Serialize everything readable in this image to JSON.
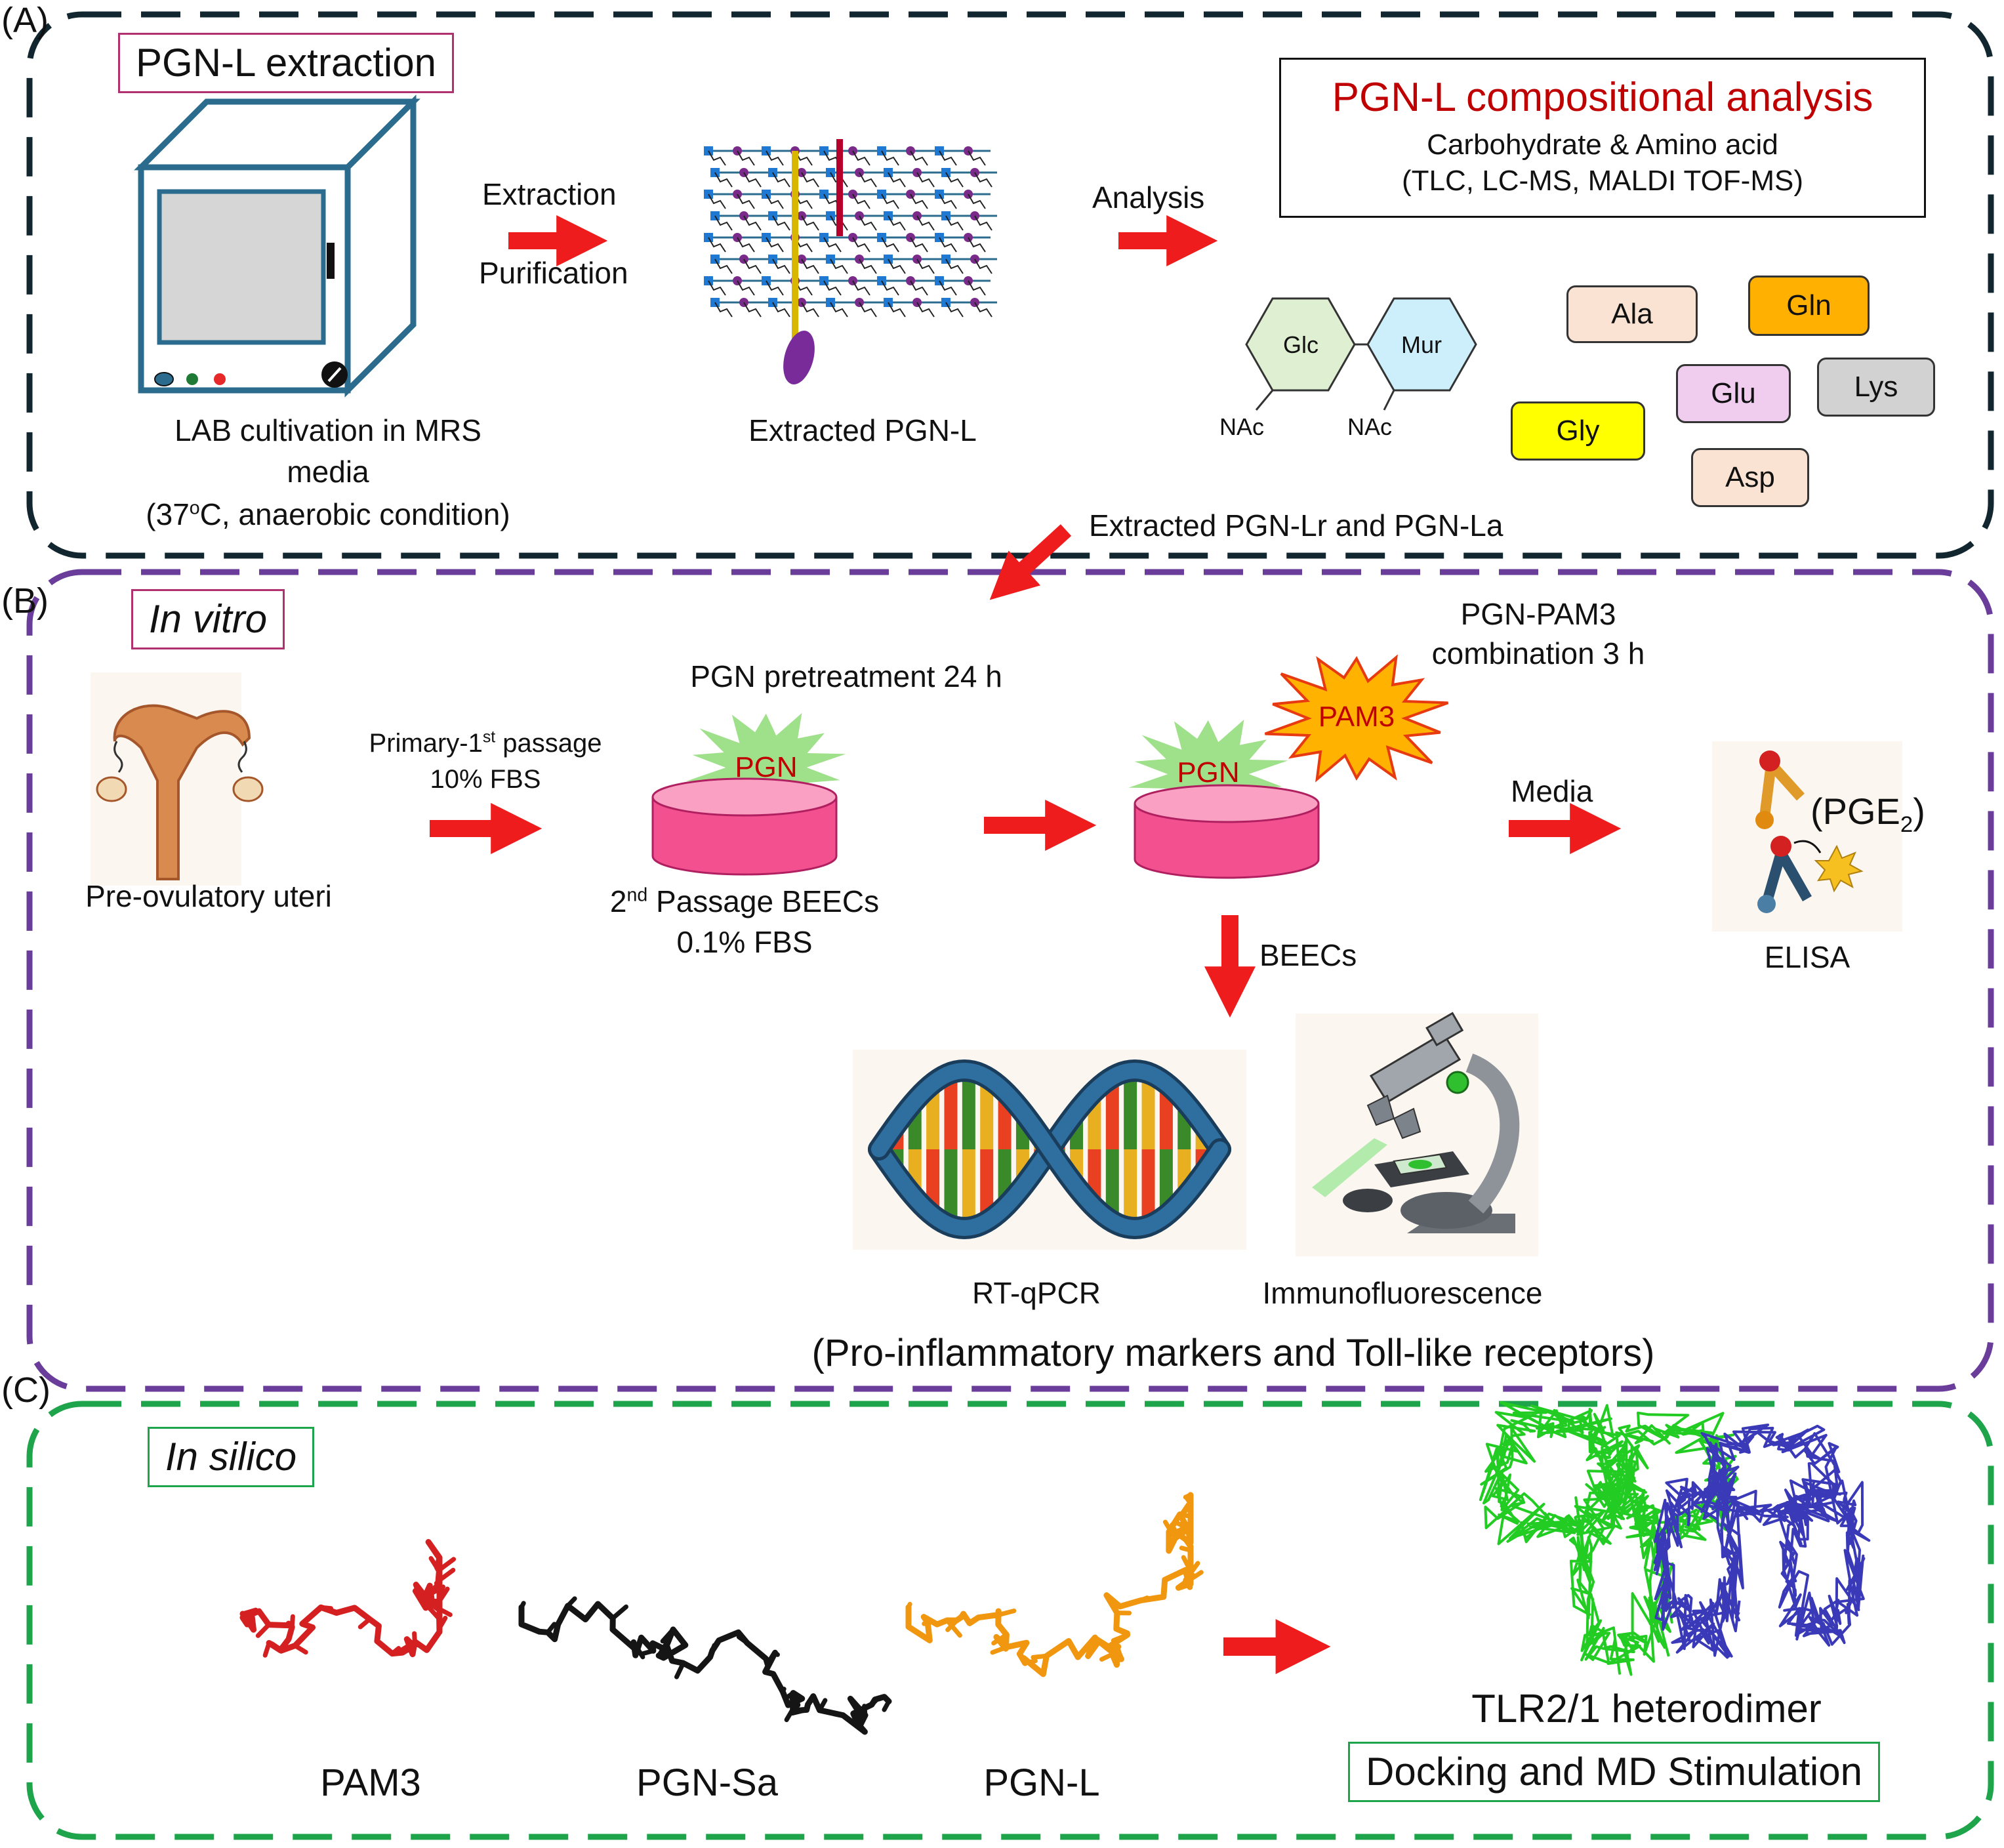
{
  "colors": {
    "panel_a_border": "#12262f",
    "panel_b_border": "#6a3d9a",
    "panel_c_border": "#1ea44a",
    "arrow": "#ee1c1c",
    "accent_red": "#c00000",
    "pgn_star": "#9fe08a",
    "pam3_star": "#ffb300",
    "dish": "#f2508f"
  },
  "panel_a": {
    "letter": "(A)",
    "title": "PGN-L extraction",
    "incubator_caption": [
      "LAB cultivation in MRS",
      "media"
    ],
    "incubator_condition_pre": "(37",
    "incubator_condition_sup": "o",
    "incubator_condition_post": "C, anaerobic condition)",
    "step1_top": "Extraction",
    "step1_bottom": "Purification",
    "pgn_caption": "Extracted PGN-L",
    "step2": "Analysis",
    "analysis_title": "PGN-L compositional analysis",
    "analysis_sub1": "Carbohydrate & Amino acid",
    "analysis_sub2": "(TLC, LC-MS, MALDI TOF-MS)",
    "sugars": [
      {
        "name": "Glc",
        "sub": "NAc",
        "color": "#dff0d2"
      },
      {
        "name": "Mur",
        "sub": "NAc",
        "color": "#cdeffb"
      }
    ],
    "amino_acids": [
      {
        "name": "Ala",
        "color": "#fbe3d4"
      },
      {
        "name": "Gln",
        "color": "#ffb000"
      },
      {
        "name": "Glu",
        "color": "#f0cdef"
      },
      {
        "name": "Lys",
        "color": "#d2d2d2"
      },
      {
        "name": "Gly",
        "color": "#ffff00"
      },
      {
        "name": "Asp",
        "color": "#fbe3d4"
      }
    ],
    "link_text": "Extracted PGN-Lr and PGN-La"
  },
  "panel_b": {
    "letter": "(B)",
    "title": "In vitro",
    "uterus_caption": "Pre-ovulatory uteri",
    "step1_pre": "Primary-1",
    "step1_sup": "st",
    "step1_post": " passage",
    "step1_bottom": "10% FBS",
    "pretreat_caption": "PGN pretreatment 24 h",
    "pgn_label": "PGN",
    "dish_caption_pre": "2",
    "dish_caption_sup": "nd",
    "dish_caption_post": " Passage BEECs",
    "dish_caption_bottom": "0.1% FBS",
    "combo_caption_top": "PGN-PAM3",
    "combo_caption_bottom": "combination 3 h",
    "pam3_label": "PAM3",
    "media_label": "Media",
    "pge_pre": "(PGE",
    "pge_sub": "2",
    "pge_post": ")",
    "elisa_label": "ELISA",
    "beecs_label": "BEECs",
    "rtqpcr_label": "RT-qPCR",
    "immuno_label": "Immunofluorescence",
    "markers_caption": "(Pro-inflammatory markers and Toll-like receptors)"
  },
  "panel_c": {
    "letter": "(C)",
    "title": "In silico",
    "molecules": [
      {
        "name": "PAM3",
        "color": "#d42020"
      },
      {
        "name": "PGN-Sa",
        "color": "#151515"
      },
      {
        "name": "PGN-L",
        "color": "#f0960f"
      }
    ],
    "protein_label": "TLR2/1 heterodimer",
    "protein_colors": [
      "#22cc22",
      "#3a3ab8"
    ],
    "method_box": "Docking and MD Stimulation"
  }
}
